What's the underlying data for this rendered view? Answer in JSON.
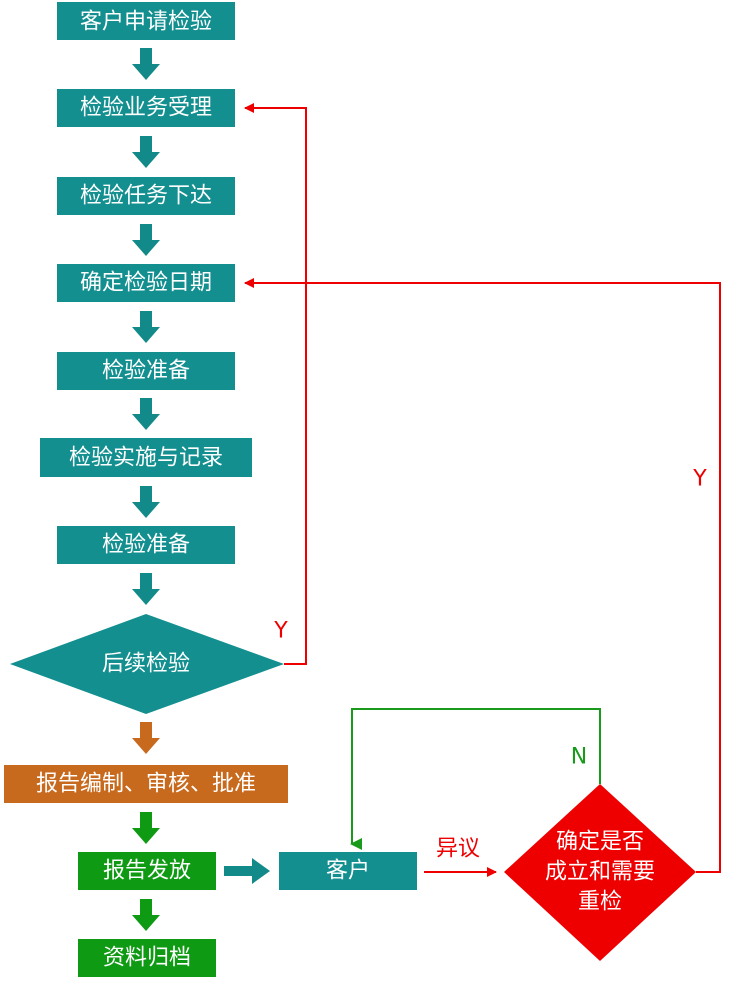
{
  "colors": {
    "teal": "#148f90",
    "teal_arrow": "#138a8a",
    "orange": "#c86a1e",
    "green": "#0f9a14",
    "red": "#ee0000",
    "green_line": "#1a9a1a",
    "white": "#ffffff"
  },
  "steps": {
    "apply": "客户申请检验",
    "accept": "检验业务受理",
    "assign": "检验任务下达",
    "date": "确定检验日期",
    "prepare1": "检验准备",
    "implement": "检验实施与记录",
    "prepare2": "检验准备",
    "followup": "后续检验",
    "report": "报告编制、审核、批准",
    "issue": "报告发放",
    "archive": "资料归档",
    "customer": "客户"
  },
  "decision": {
    "line1": "确定是否",
    "line2": "成立和需要",
    "line3": "重检"
  },
  "edge_labels": {
    "followup_yes": "Y",
    "recheck_yes": "Y",
    "recheck_no": "N",
    "objection": "异议"
  }
}
